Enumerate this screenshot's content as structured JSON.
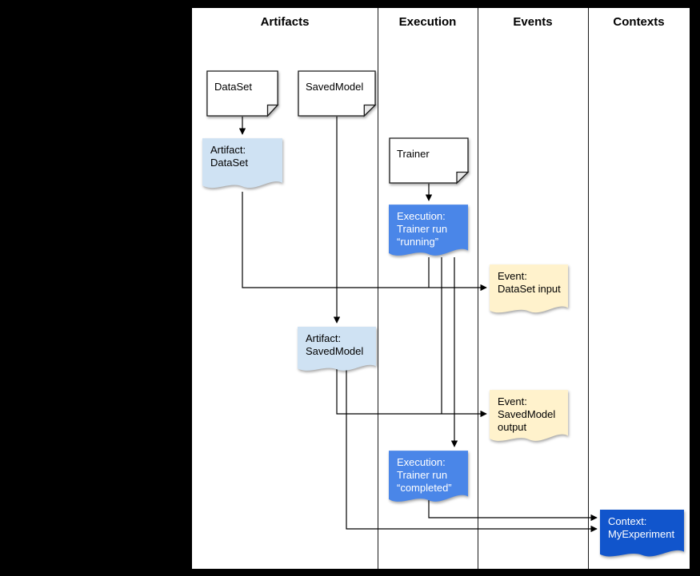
{
  "columns": [
    {
      "label": "Artifacts"
    },
    {
      "label": "Execution"
    },
    {
      "label": "Events"
    },
    {
      "label": "Contexts"
    }
  ],
  "nodes": {
    "dataset_doc": {
      "label": "DataSet"
    },
    "savedmodel_doc": {
      "label": "SavedModel"
    },
    "trainer_doc": {
      "label": "Trainer"
    },
    "artifact_dataset": {
      "label": "Artifact:\nDataSet"
    },
    "execution_running": {
      "label": "Execution:\nTrainer run\n“running”"
    },
    "event_dataset_input": {
      "label": "Event:\nDataSet input"
    },
    "artifact_savedmodel": {
      "label": "Artifact:\nSavedModel"
    },
    "event_savedmodel_output": {
      "label": "Event:\nSavedModel\noutput"
    },
    "execution_completed": {
      "label": "Execution:\nTrainer run\n“completed”"
    },
    "context_myexperiment": {
      "label": "Context:\nMyExperiment"
    }
  },
  "colors": {
    "artifact": "#cfe2f3",
    "execution": "#4a86e8",
    "event": "#fff2cc",
    "context": "#1155cc",
    "panel": "#ffffff",
    "background": "#000000",
    "line": "#000000"
  }
}
